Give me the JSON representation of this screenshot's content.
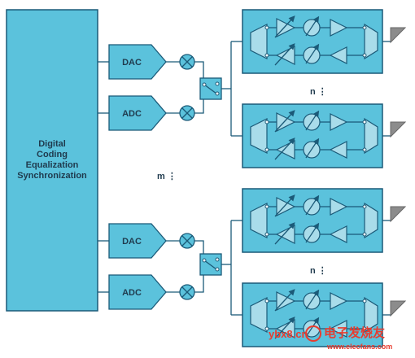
{
  "processor": {
    "lines": [
      "Digital",
      "Coding",
      "Equalization",
      "Synchronization"
    ]
  },
  "labels": {
    "dac": "DAC",
    "adc": "ADC",
    "m_dots": "m ⋮",
    "n_dots": "n ⋮"
  },
  "watermark": {
    "left": "ybx8.cn",
    "right": "电子发烧友",
    "url": "www.elecfans.com"
  },
  "colors": {
    "block_fill": "#5bc2dc",
    "block_stroke": "#1b5a78",
    "inner_fill": "#a9dcea",
    "line": "#1b5a78",
    "antenna": "#8c8c8c",
    "watermark": "#e83c2f"
  },
  "icons": [
    "mixer-icon",
    "switch-icon",
    "amplifier-icon",
    "phase-shifter-icon",
    "variable-attenuator-icon",
    "antenna-icon"
  ]
}
